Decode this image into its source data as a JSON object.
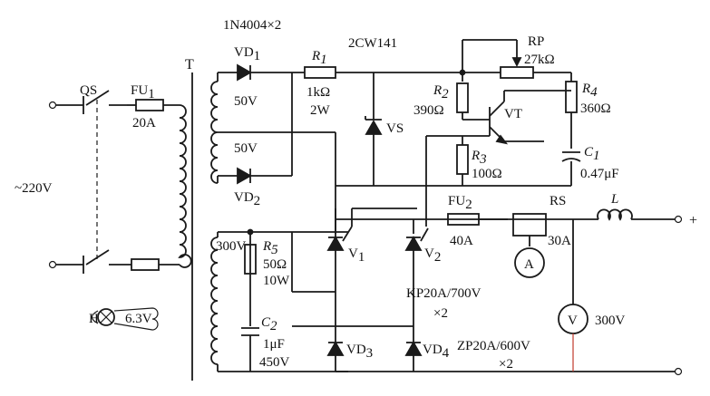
{
  "diagram": {
    "labels": {
      "diode_pair": "1N4004×2",
      "zener_part": "2CW141",
      "transformer": "T",
      "switch": "QS",
      "fuse1_letter": "FU",
      "fuse1_sub": "1",
      "fuse1_rating": "20A",
      "mains": "~220V",
      "lamp": "H",
      "lamp_voltage": "6.3V",
      "vd1_letter": "VD",
      "vd1_sub": "1",
      "vd2_letter": "VD",
      "vd2_sub": "2",
      "winding_50v_a": "50V",
      "winding_50v_b": "50V",
      "r1_letter": "R",
      "r1_sub": "1",
      "r1_value": "1kΩ",
      "r1_power": "2W",
      "vs": "VS",
      "rp": "RP",
      "rp_value": "27kΩ",
      "r2_letter": "R",
      "r2_sub": "2",
      "r2_value": "390Ω",
      "vt": "VT",
      "r4_letter": "R",
      "r4_sub": "4",
      "r4_value": "360Ω",
      "r3_letter": "R",
      "r3_sub": "3",
      "r3_value": "100Ω",
      "c1_letter": "C",
      "c1_sub": "1",
      "c1_value": "0.47μF",
      "winding_300v": "300V",
      "r5_letter": "R",
      "r5_sub": "5",
      "r5_value": "50Ω",
      "r5_power": "10W",
      "c2_letter": "C",
      "c2_sub": "2",
      "c2_value": "1μF",
      "c2_voltage": "450V",
      "v1_letter": "V",
      "v1_sub": "1",
      "v2_letter": "V",
      "v2_sub": "2",
      "vd3_letter": "VD",
      "vd3_sub": "3",
      "vd4_letter": "VD",
      "vd4_sub": "4",
      "fu2_letter": "FU",
      "fu2_sub": "2",
      "fu2_rating": "40A",
      "rs": "RS",
      "rs_rating": "30A",
      "inductor": "L",
      "plus": "+",
      "ammeter": "A",
      "voltmeter": "V",
      "output_voltage": "300V",
      "scr_part": "KP20A/700V",
      "scr_qty": "×2",
      "diode_part": "ZP20A/600V",
      "diode_qty": "×2"
    }
  }
}
